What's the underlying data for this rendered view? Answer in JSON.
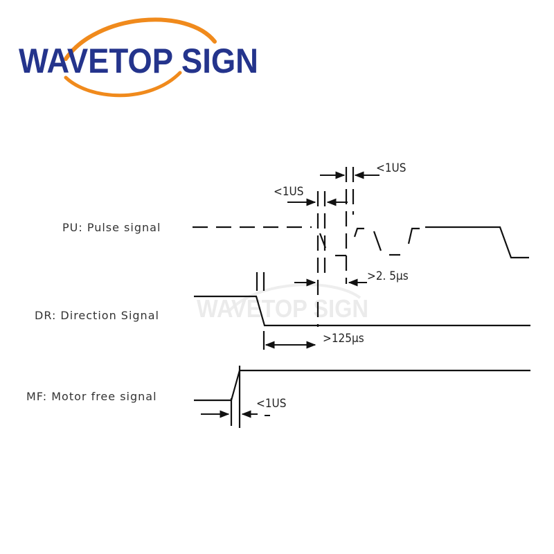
{
  "logo": {
    "text": "WAVETOP SIGN",
    "text_color": "#24348c",
    "swoosh_color": "#f08a1c"
  },
  "watermark": {
    "text": "WAVETOP SIGN"
  },
  "signals": {
    "pu": "PU: Pulse signal",
    "dr": "DR: Direction Signal",
    "mf": "MF: Motor free signal"
  },
  "annotations": {
    "lt1us_top": "<1US",
    "lt1us_left": "<1US",
    "gt2_5us": ">2. 5μs",
    "gt125us": ">125μs",
    "lt1us_mf": "<1US"
  },
  "colors": {
    "line": "#111111",
    "label": "#333333"
  }
}
